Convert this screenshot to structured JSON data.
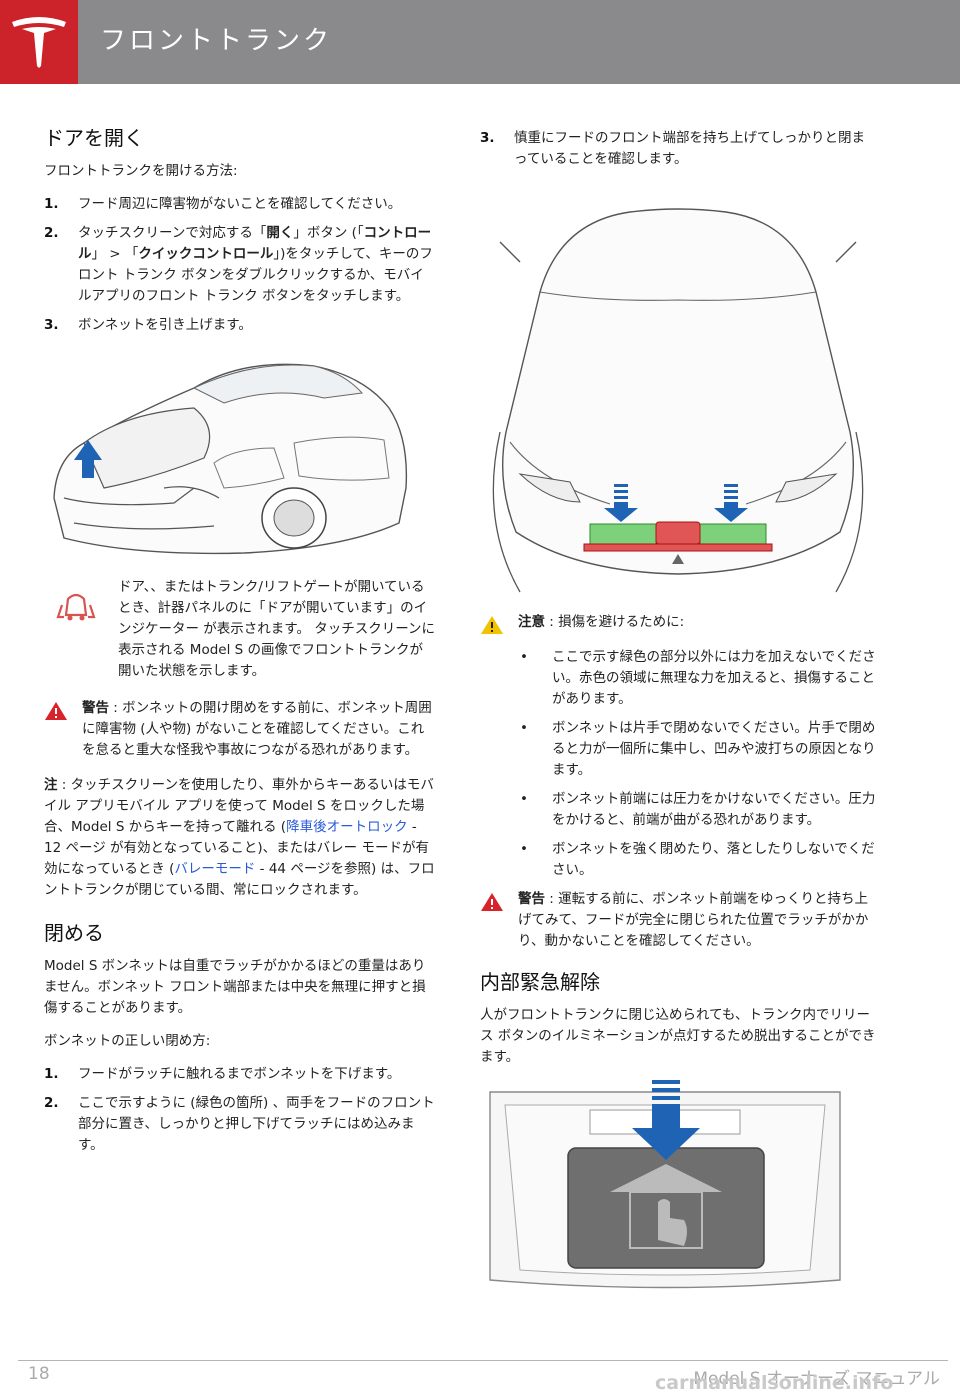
{
  "header": {
    "title": "フロントトランク"
  },
  "open": {
    "heading": "ドアを開く",
    "intro": "フロントトランクを開ける方法:",
    "steps": [
      "フード周辺に障害物がないことを確認してください。",
      "ボンネットを引き上げます。"
    ],
    "step2_pre": "タッチスクリーンで対応する「",
    "step2_b1": "開く",
    "step2_mid1": "」ボタン (「",
    "step2_b2": "コントロール",
    "step2_mid2": "」 > 「",
    "step2_b3": "クイックコントロール",
    "step2_post": "」)をタッチして、キーのフロント トランク ボタンをダブルクリックするか、モバイルアプリのフロント トランク ボタンをタッチします。",
    "info": "ドア、、またはトランク/リフトゲートが開いているとき、計器パネルのに「ドアが開いています」のインジケーター が表示されます。 タッチスクリーンに表示される Model S の画像でフロントトランクが開いた状態を示します。",
    "warning_label": "警告",
    "warning_text": ": ボンネットの開け閉めをする前に、ボンネット周囲に障害物 (人や物) がないことを確認してください。これを怠ると重大な怪我や事故につながる恐れがあります。",
    "note_label": "注",
    "note_1": ": タッチスクリーンを使用したり、車外からキーあるいはモバイル アプリモバイル アプリを使って Model S をロックした場合、Model S からキーを持って離れる (",
    "note_link1": "降車後オートロック",
    "note_2": " - 12 ページ が有効となっていること)、またはバレー モードが有効になっているとき (",
    "note_link2": "バレーモード",
    "note_3": " - 44 ページを参照) は、フロントトランクが閉じている間、常にロックされます。"
  },
  "close": {
    "heading": "閉める",
    "p1": "Model S ボンネットは自重でラッチがかかるほどの重量はありません。ボンネット フロント端部または中央を無理に押すと損傷することがあります。",
    "intro": "ボンネットの正しい閉め方:",
    "steps": [
      "フードがラッチに触れるまでボンネットを下げます。",
      "ここで示すように (緑色の箇所) 、両手をフードのフロント部分に置き、しっかりと押し下げてラッチにはめ込みます。",
      "慎重にフードのフロント端部を持ち上げてしっかりと閉まっていることを確認します。"
    ],
    "caution_label": "注意",
    "caution_text": ": 損傷を避けるために:",
    "bullets": [
      "ここで示す緑色の部分以外には力を加えないでください。赤色の領域に無理な力を加えると、損傷することがあります。",
      "ボンネットは片手で閉めないでください。片手で閉めると力が一個所に集中し、凹みや波打ちの原因となります。",
      "ボンネット前端には圧力をかけないでください。圧力をかけると、前端が曲がる恐れがあります。",
      "ボンネットを強く閉めたり、落としたりしないでください。"
    ],
    "warning_label": "警告",
    "warning_text": ": 運転する前に、ボンネット前端をゆっくりと持ち上げてみて、フードが完全に閉じられた位置でラッチがかかり、動かないことを確認してください。"
  },
  "release": {
    "heading": "内部緊急解除",
    "p": "人がフロントトランクに閉じ込められても、トランク内でリリース ボタンのイルミネーションが点灯するため脱出することができます。"
  },
  "numbers": [
    "1.",
    "2.",
    "3."
  ],
  "footer": {
    "page": "18",
    "title": "Model S オーナーズ マニュアル",
    "watermark": "carmanualsonline.info"
  },
  "colors": {
    "tesla_red": "#cc2229",
    "header_gray": "#8a8a8c",
    "link_blue": "#2a5bd7",
    "arrow_blue": "#1f63b5",
    "green_zone": "#7ed17b",
    "red_zone": "#e05555"
  },
  "icons": [
    "tesla-logo-icon",
    "car-door-open-icon",
    "warning-triangle-icon",
    "caution-triangle-icon",
    "push-arrow-icon"
  ]
}
